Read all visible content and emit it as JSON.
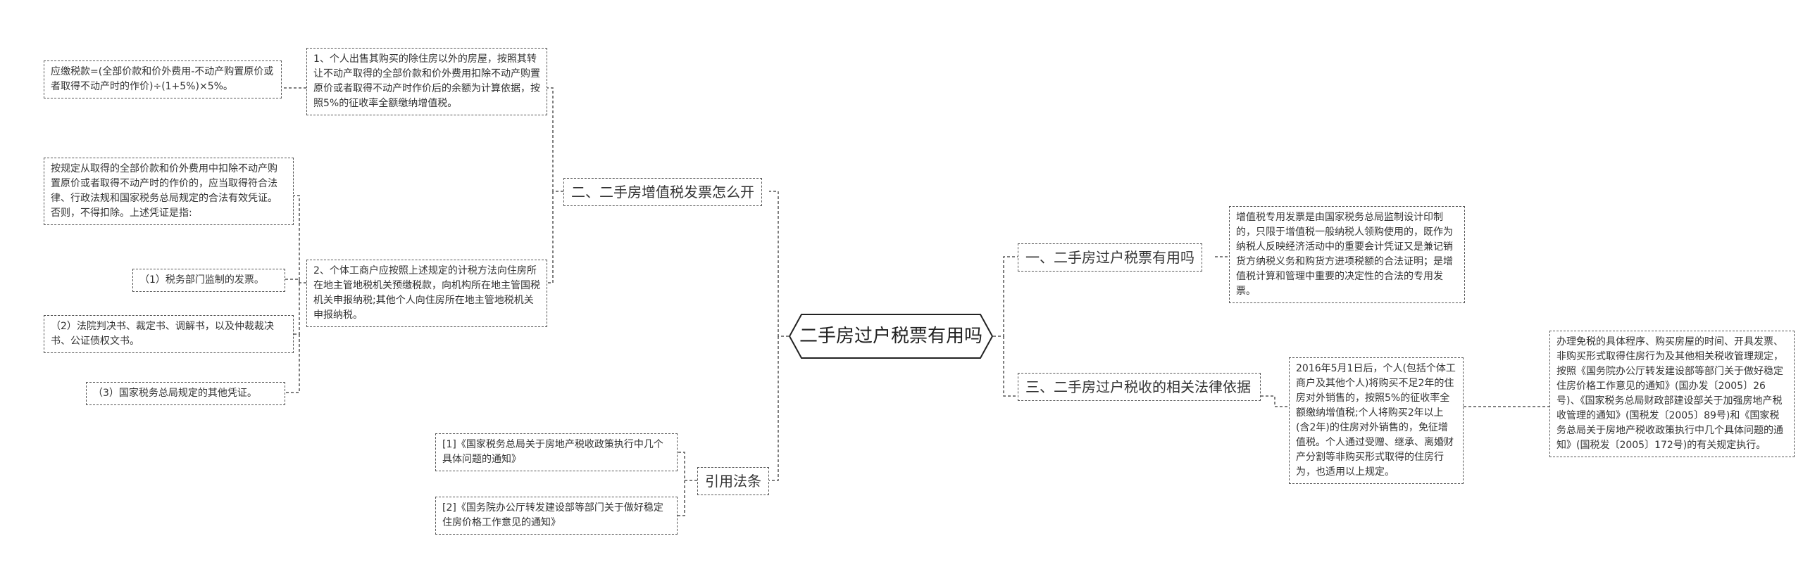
{
  "root": {
    "label": "二手房过户税票有用吗"
  },
  "branches": {
    "b1": {
      "label": "一、二手房过户税票有用吗"
    },
    "b2": {
      "label": "二、二手房增值税发票怎么开"
    },
    "b3": {
      "label": "三、二手房过户税收的相关法律依据"
    },
    "b4": {
      "label": "引用法条"
    }
  },
  "leaves": {
    "b1_a": "增值税专用发票是由国家税务总局监制设计印制的，只限于增值税一般纳税人领购使用的，既作为纳税人反映经济活动中的重要会计凭证又是兼记销货方纳税义务和购货方进项税额的合法证明；是增值税计算和管理中重要的决定性的合法的专用发票。",
    "b2_1": "1、个人出售其购买的除住房以外的房屋，按照其转让不动产取得的全部价款和价外费用扣除不动产购置原价或者取得不动产时作价后的余额为计算依据，按照5%的征收率全额缴纳增值税。",
    "b2_1_a": "应缴税款=(全部价款和价外费用-不动产购置原价或者取得不动产时的作价)÷(1+5%)×5%。",
    "b2_2": "2、个体工商户应按照上述规定的计税方法向住房所在地主管地税机关预缴税款，向机构所在地主管国税机关申报纳税;其他个人向住房所在地主管地税机关申报纳税。",
    "b2_2_a": "按规定从取得的全部价款和价外费用中扣除不动产购置原价或者取得不动产时的作价的，应当取得符合法律、行政法规和国家税务总局规定的合法有效凭证。否则，不得扣除。上述凭证是指:",
    "b2_2_b": "（1）税务部门监制的发票。",
    "b2_2_c": "（2）法院判决书、裁定书、调解书，以及仲裁裁决书、公证债权文书。",
    "b2_2_d": "（3）国家税务总局规定的其他凭证。",
    "b3_a": "2016年5月1日后，个人(包括个体工商户及其他个人)将购买不足2年的住房对外销售的，按照5%的征收率全额缴纳增值税;个人将购买2年以上(含2年)的住房对外销售的，免征增值税。个人通过受赠、继承、离婚财产分割等非购买形式取得的住房行为，也适用以上规定。",
    "b3_b": "办理免税的具体程序、购买房屋的时间、开具发票、非购买形式取得住房行为及其他相关税收管理规定，按照《国务院办公厅转发建设部等部门关于做好稳定住房价格工作意见的通知》(国办发〔2005〕26号)、《国家税务总局财政部建设部关于加强房地产税收管理的通知》(国税发〔2005〕89号)和《国家税务总局关于房地产税收政策执行中几个具体问题的通知》(国税发〔2005〕172号)的有关规定执行。",
    "b4_1": "[1]《国家税务总局关于房地产税收政策执行中几个具体问题的通知》",
    "b4_2": "[2]《国务院办公厅转发建设部等部门关于做好稳定住房价格工作意见的通知》"
  }
}
